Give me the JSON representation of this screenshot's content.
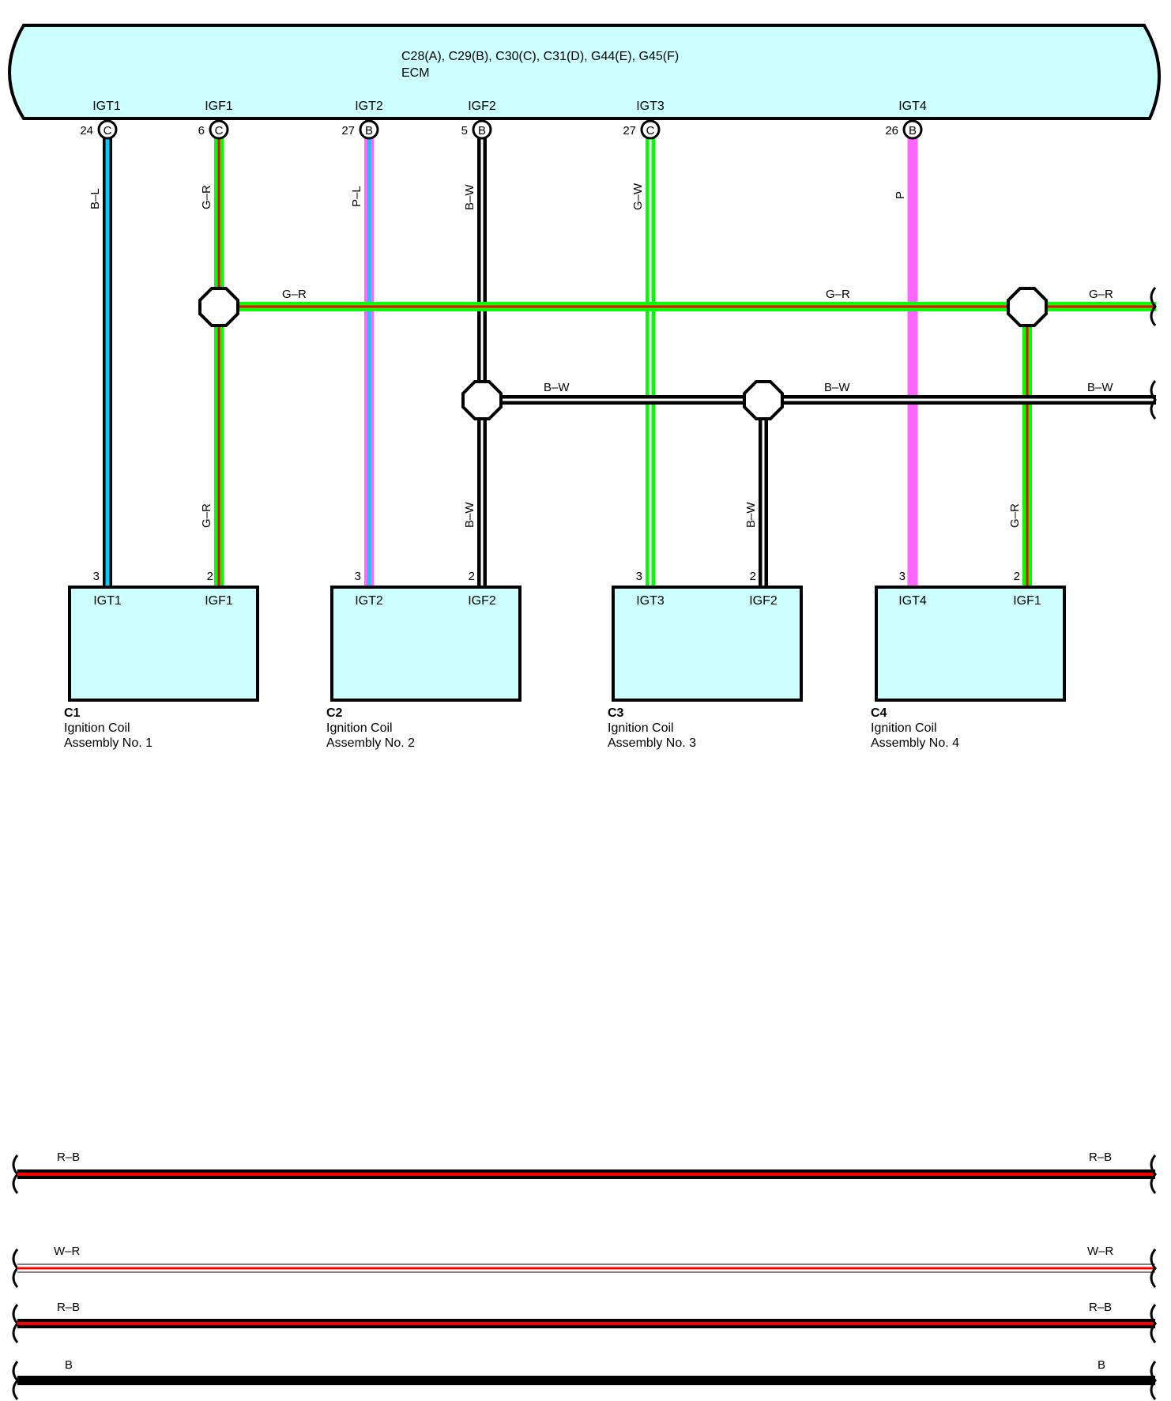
{
  "colors": {
    "ecm_fill": "#ccffff",
    "coil_fill": "#ccffff",
    "green": "#00ff00",
    "red": "#ff0000",
    "black": "#000000",
    "blue": "#00ccff",
    "pink": "#ff66ff",
    "white": "#ffffff"
  },
  "ecm": {
    "connectors": "C28(A), C29(B), C30(C), C31(D), G44(E), G45(F)",
    "name": "ECM",
    "terminals": [
      {
        "label": "IGT1",
        "pin": "24",
        "conn": "C"
      },
      {
        "label": "IGF1",
        "pin": "6",
        "conn": "C"
      },
      {
        "label": "IGT2",
        "pin": "27",
        "conn": "B"
      },
      {
        "label": "IGF2",
        "pin": "5",
        "conn": "B"
      },
      {
        "label": "IGT3",
        "pin": "27",
        "conn": "C"
      },
      {
        "label": "IGT4",
        "pin": "26",
        "conn": "B"
      }
    ]
  },
  "wires": {
    "igt1": "B–L",
    "igf1_upper": "G–R",
    "igf1_lower": "G–R",
    "igt2": "P–L",
    "igf2_upper": "B–W",
    "igf2_lower": "B–W",
    "igt3": "G–W",
    "igt4": "P",
    "c3_igf": "B–W",
    "c4_igf": "G–R",
    "gr_bus": [
      "G–R",
      "G–R",
      "G–R"
    ],
    "bw_bus": [
      "B–W",
      "B–W",
      "B–W"
    ]
  },
  "coils": [
    {
      "id": "C1",
      "name_line1": "Ignition Coil",
      "name_line2": "Assembly No.  1",
      "pin_left": "3",
      "pin_right": "2",
      "term_left": "IGT1",
      "term_right": "IGF1"
    },
    {
      "id": "C2",
      "name_line1": "Ignition Coil",
      "name_line2": "Assembly No.  2",
      "pin_left": "3",
      "pin_right": "2",
      "term_left": "IGT2",
      "term_right": "IGF2"
    },
    {
      "id": "C3",
      "name_line1": "Ignition Coil",
      "name_line2": "Assembly No.  3",
      "pin_left": "3",
      "pin_right": "2",
      "term_left": "IGT3",
      "term_right": "IGF2"
    },
    {
      "id": "C4",
      "name_line1": "Ignition Coil",
      "name_line2": "Assembly No.  4",
      "pin_left": "3",
      "pin_right": "2",
      "term_left": "IGT4",
      "term_right": "IGF1"
    }
  ],
  "bottom_wires": [
    {
      "left": "R–B",
      "right": "R–B"
    },
    {
      "left": "W–R",
      "right": "W–R"
    },
    {
      "left": "R–B",
      "right": "R–B"
    },
    {
      "left": "B",
      "right": "B"
    }
  ]
}
